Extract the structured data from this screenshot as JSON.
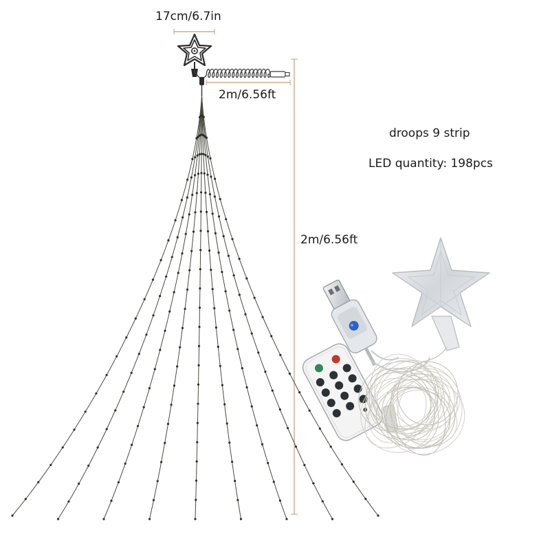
{
  "dimensions": {
    "star_width": "17cm/6.7in",
    "cable_length": "2m/6.56ft",
    "strand_height": "2m/6.56ft"
  },
  "specs": {
    "droops": "droops 9 strip",
    "led_quantity": "LED quantity: 198pcs"
  },
  "product": {
    "strand_count": 9,
    "remote_button_rows": 4,
    "remote_button_columns": 3
  },
  "colors": {
    "wire": "#4a4a40",
    "dimension_line": "#c49a7a",
    "remote_body": "#f4f4f4",
    "remote_button": "#2a3236",
    "button_green": "#2e8b57",
    "button_red": "#c0392b",
    "usb_indicator": "#2962c9",
    "star_acrylic": "#dfe2e6"
  }
}
